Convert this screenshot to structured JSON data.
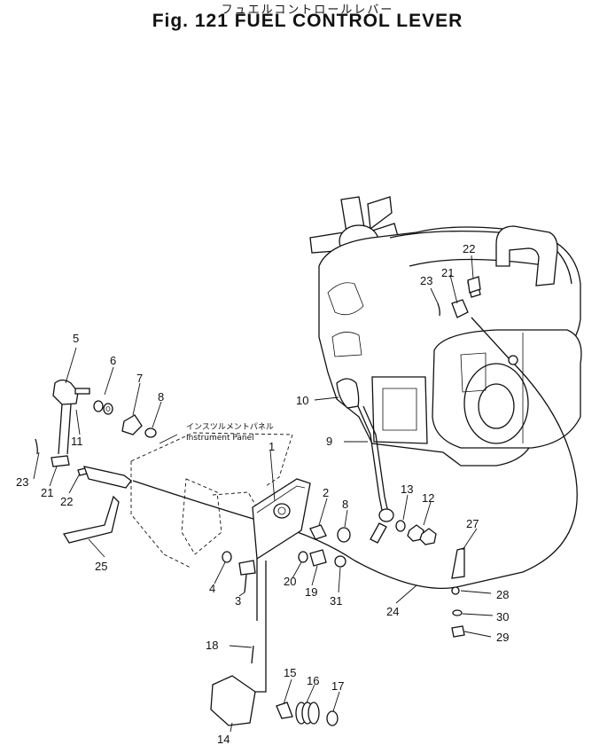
{
  "title": {
    "japanese": "フュエルコントロールレバー",
    "english": "Fig. 121 FUEL CONTROL LEVER"
  },
  "panel_label": {
    "japanese": "インスツルメントパネル",
    "english": "Instrument Panel"
  },
  "callouts": [
    "1",
    "2",
    "3",
    "4",
    "5",
    "6",
    "7",
    "8",
    "8",
    "9",
    "10",
    "11",
    "12",
    "13",
    "14",
    "15",
    "16",
    "17",
    "18",
    "19",
    "20",
    "21",
    "21",
    "22",
    "22",
    "23",
    "23",
    "24",
    "25",
    "27",
    "28",
    "29",
    "30",
    "31"
  ]
}
